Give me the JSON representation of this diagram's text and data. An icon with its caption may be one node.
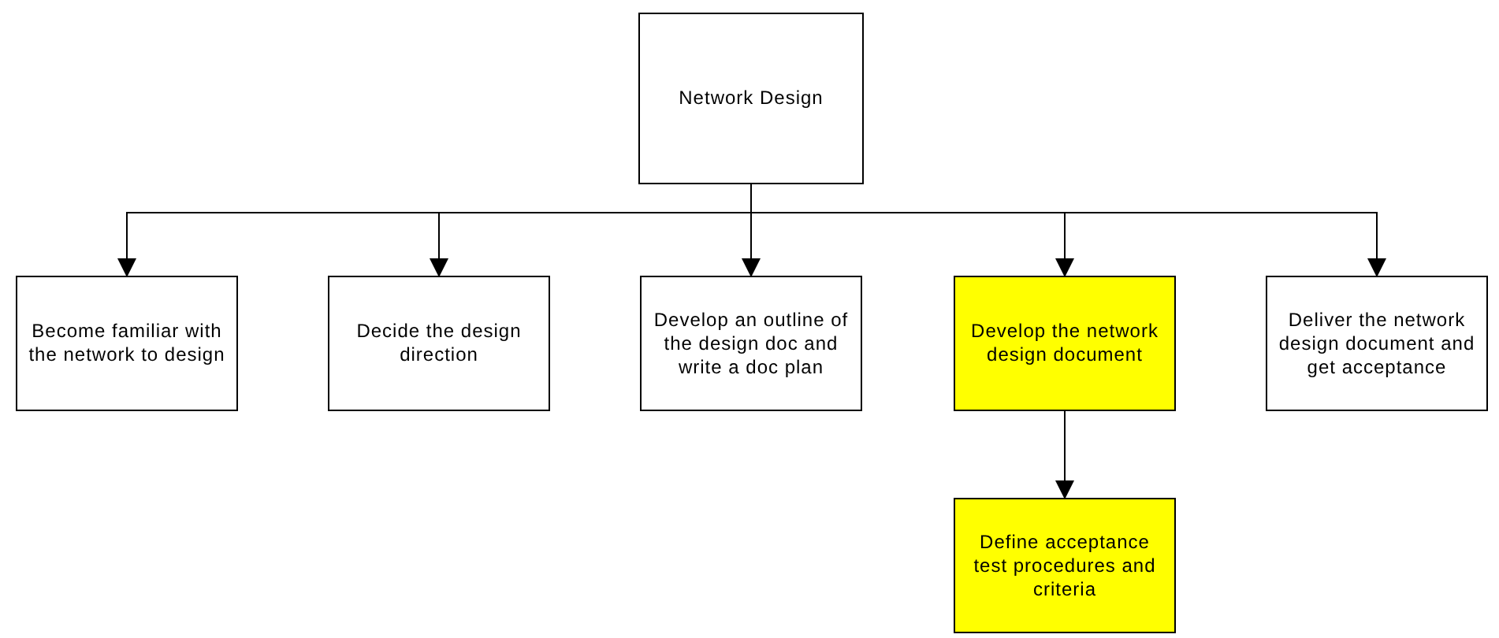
{
  "diagram": {
    "nodes": [
      {
        "text": [
          "Network Design"
        ]
      },
      {
        "text": [
          "Become familiar with the network to design"
        ]
      },
      {
        "text": [
          "Decide the design direction"
        ]
      },
      {
        "text": [
          "Develop an outline of the design doc and write a doc plan"
        ]
      },
      {
        "text": [
          "Develop the network design document"
        ]
      },
      {
        "text": [
          "Deliver the network design document and get acceptance"
        ]
      },
      {
        "text": [
          "Define acceptance test procedures and criteria"
        ]
      }
    ],
    "edges": [
      {
        "from": 0,
        "to": 1,
        "arrow": "to"
      },
      {
        "from": 0,
        "to": 2,
        "arrow": "to"
      },
      {
        "from": 0,
        "to": 3,
        "arrow": "to"
      },
      {
        "from": 0,
        "to": 4,
        "arrow": "to"
      },
      {
        "from": 0,
        "to": 5,
        "arrow": "to"
      },
      {
        "from": 4,
        "to": 6,
        "arrow": "to"
      }
    ]
  }
}
